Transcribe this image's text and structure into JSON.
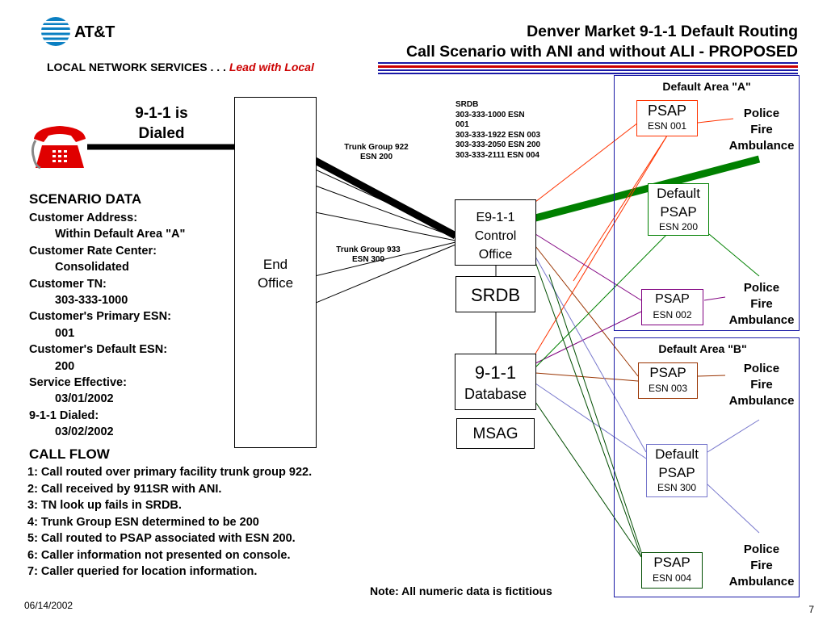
{
  "header": {
    "logo_text": "AT&T",
    "title_line1": "Denver Market 9-1-1 Default Routing",
    "title_line2": "Call Scenario with ANI and without ALI - PROPOSED",
    "subtitle_prefix": "LOCAL NETWORK SERVICES . . .",
    "subtitle_accent": "Lead with Local",
    "colors": {
      "accent_red": "#cc0000",
      "stripe_blue": "#1a1aa6"
    }
  },
  "caller": {
    "phone_icon": "telephone-icon",
    "dialed_line1": "9-1-1 is",
    "dialed_line2": "Dialed"
  },
  "end_office": {
    "line1": "End",
    "line2": "Office"
  },
  "trunks": {
    "tg922_line1": "Trunk Group 922",
    "tg922_line2": "ESN 200",
    "tg933_line1": "Trunk Group 933",
    "tg933_line2": "ESN 300"
  },
  "srdb_data": {
    "lines": [
      "SRDB",
      "303-333-1000  ESN",
      "001",
      "303-333-1922 ESN 003",
      "303-333-2050 ESN 200",
      "303-333-2111 ESN 004"
    ]
  },
  "control_office": {
    "line1": "E9-1-1",
    "line2": "Control",
    "line3": "Office"
  },
  "srdb_box": "SRDB",
  "database": {
    "line1": "9-1-1",
    "line2": "Database"
  },
  "msag": "MSAG",
  "area_a": {
    "label": "Default Area \"A\"",
    "psap1": {
      "name": "PSAP",
      "esn": "ESN 001"
    },
    "default_psap": {
      "name1": "Default",
      "name2": "PSAP",
      "esn": "ESN 200"
    },
    "psap2": {
      "name": "PSAP",
      "esn": "ESN 002"
    }
  },
  "area_b": {
    "label": "Default Area \"B\"",
    "psap3": {
      "name": "PSAP",
      "esn": "ESN 003"
    },
    "default_psap": {
      "name1": "Default",
      "name2": "PSAP",
      "esn": "ESN 300"
    },
    "psap4": {
      "name": "PSAP",
      "esn": "ESN 004"
    }
  },
  "responders": {
    "line1": "Police",
    "line2": "Fire",
    "line3": "Ambulance"
  },
  "scenario": {
    "heading": "SCENARIO DATA",
    "address_label": "Customer Address:",
    "address_value": "Within Default Area \"A\"",
    "rate_center_label": "Customer Rate Center:",
    "rate_center_value": "Consolidated",
    "tn_label": "Customer TN:",
    "tn_value": "303-333-1000",
    "primary_esn_label": "Customer's Primary ESN:",
    "primary_esn_value": "001",
    "default_esn_label": "Customer's Default ESN:",
    "default_esn_value": "200",
    "effective_label": "Service Effective:",
    "effective_value": "03/01/2002",
    "dialed_label": "9-1-1 Dialed:",
    "dialed_value": "03/02/2002"
  },
  "call_flow": {
    "heading": "CALL FLOW",
    "steps": [
      "1: Call routed over primary facility trunk group 922.",
      "2: Call received by 911SR with ANI.",
      "3: TN look up fails in SRDB.",
      "4: Trunk Group ESN determined to be 200",
      "5: Call routed to PSAP associated with ESN 200.",
      "6: Caller information not presented on console.",
      "7: Caller queried for location information."
    ]
  },
  "note": "Note: All numeric data is fictitious",
  "footer": {
    "date": "06/14/2002",
    "page": "7"
  }
}
